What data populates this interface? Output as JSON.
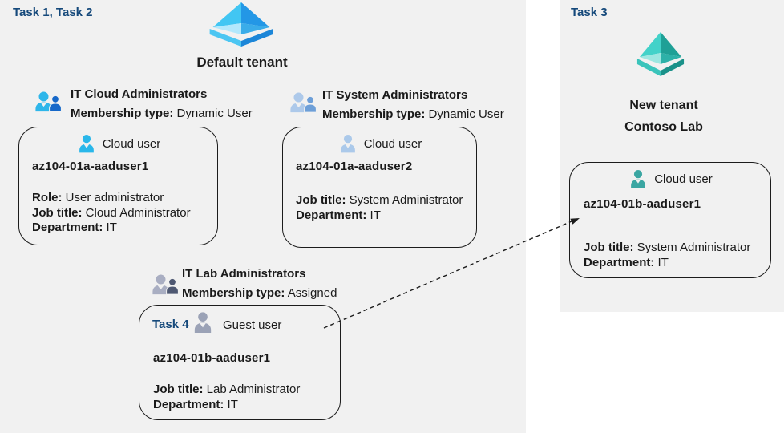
{
  "colors": {
    "background": "#ffffff",
    "panel": "#f1f1f1",
    "task_label": "#15497b",
    "text": "#1a1a1a",
    "card_border": "#1c1c1c",
    "azure_ad_blue": "#2d9fe8",
    "azure_ad_teal": "#2db1a8",
    "user_blue": "#29b7ea",
    "user_lightblue": "#abc9ea",
    "user_gray": "#9ba2b6",
    "user_teal": "#3aa6a2"
  },
  "icons": {
    "default_tenant": "azure-ad-tenant-icon-blue",
    "new_tenant": "azure-ad-tenant-icon-teal",
    "groups": "group-people-icon",
    "cloud_user": "person-icon",
    "guest_user": "person-icon"
  },
  "left_panel": {
    "task_label": "Task 1, Task 2",
    "tenant_name": "Default tenant",
    "groups": [
      {
        "name": "IT Cloud Administrators",
        "membership_label": "Membership type:",
        "membership_value": "Dynamic User"
      },
      {
        "name": "IT System Administrators",
        "membership_label": "Membership type:",
        "membership_value": "Dynamic User"
      },
      {
        "name": "IT Lab Administrators",
        "membership_label": "Membership type:",
        "membership_value": "Assigned"
      }
    ],
    "cards": [
      {
        "user_type": "Cloud user",
        "name": "az104-01a-aaduser1",
        "fields": [
          {
            "label": "Role:",
            "value": "User administrator"
          },
          {
            "label": "Job title:",
            "value": "Cloud Administrator"
          },
          {
            "label": "Department:",
            "value": "IT"
          }
        ]
      },
      {
        "user_type": "Cloud user",
        "name": "az104-01a-aaduser2",
        "fields": [
          {
            "label": "Job title:",
            "value": "System Administrator"
          },
          {
            "label": "Department:",
            "value": "IT"
          }
        ]
      },
      {
        "task_label": "Task 4",
        "user_type": "Guest user",
        "name": "az104-01b-aaduser1",
        "fields": [
          {
            "label": "Job title:",
            "value": "Lab Administrator"
          },
          {
            "label": "Department:",
            "value": "IT"
          }
        ]
      }
    ]
  },
  "right_panel": {
    "task_label": "Task 3",
    "tenant_name_line1": "New tenant",
    "tenant_name_line2": "Contoso Lab",
    "card": {
      "user_type": "Cloud user",
      "name": "az104-01b-aaduser1",
      "fields": [
        {
          "label": "Job title:",
          "value": "System Administrator"
        },
        {
          "label": "Department:",
          "value": "IT"
        }
      ]
    }
  }
}
